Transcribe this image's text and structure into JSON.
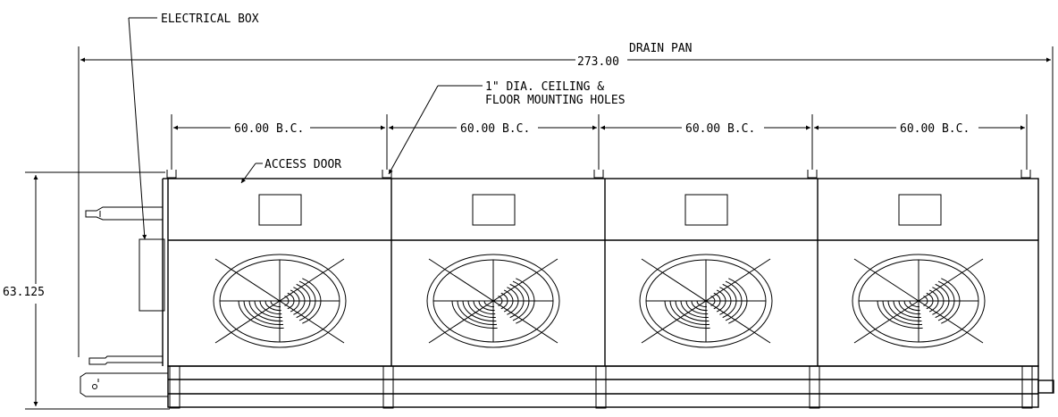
{
  "labels": {
    "electrical_box": "ELECTRICAL BOX",
    "drain_pan": "DRAIN PAN",
    "overall_width": "273.00",
    "mounting_holes_line1": "1\" DIA. CEILING &",
    "mounting_holes_line2": "FLOOR MOUNTING HOLES",
    "bolt_centers": [
      "60.00  B.C.",
      "60.00  B.C.",
      "60.00  B.C.",
      "60.00  B.C."
    ],
    "access_door": "ACCESS DOOR",
    "overall_height": "63.125"
  },
  "fan_sections": 4
}
